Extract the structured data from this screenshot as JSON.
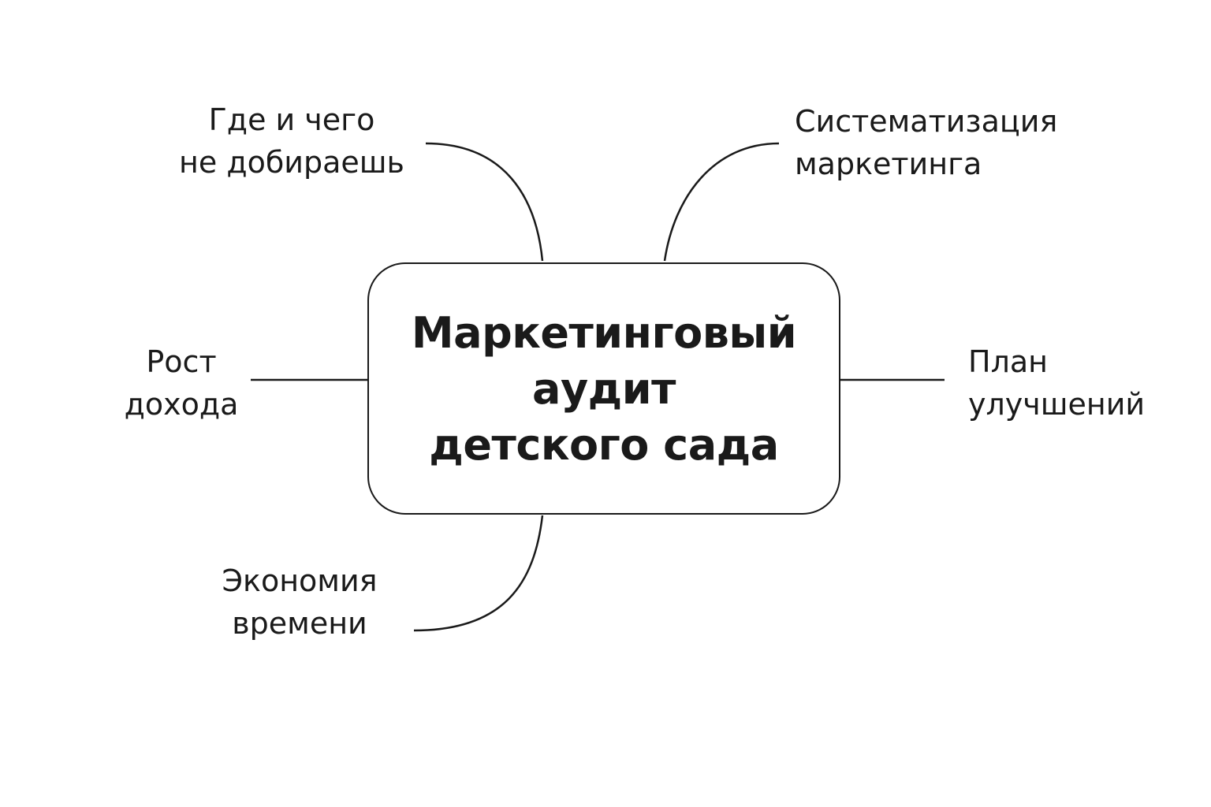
{
  "center": {
    "title": "Маркетинговый\nаудит\nдетского сада"
  },
  "branches": {
    "top_left": "Где и чего\nне добираешь",
    "top_right": "Систематизация\nмаркетинга",
    "left": "Рост\nдохода",
    "right": "План\nулучшений",
    "bottom_left": "Экономия\nвремени"
  },
  "colors": {
    "stroke": "#1a1a1a",
    "text": "#1a1a1a",
    "background": "#ffffff"
  }
}
